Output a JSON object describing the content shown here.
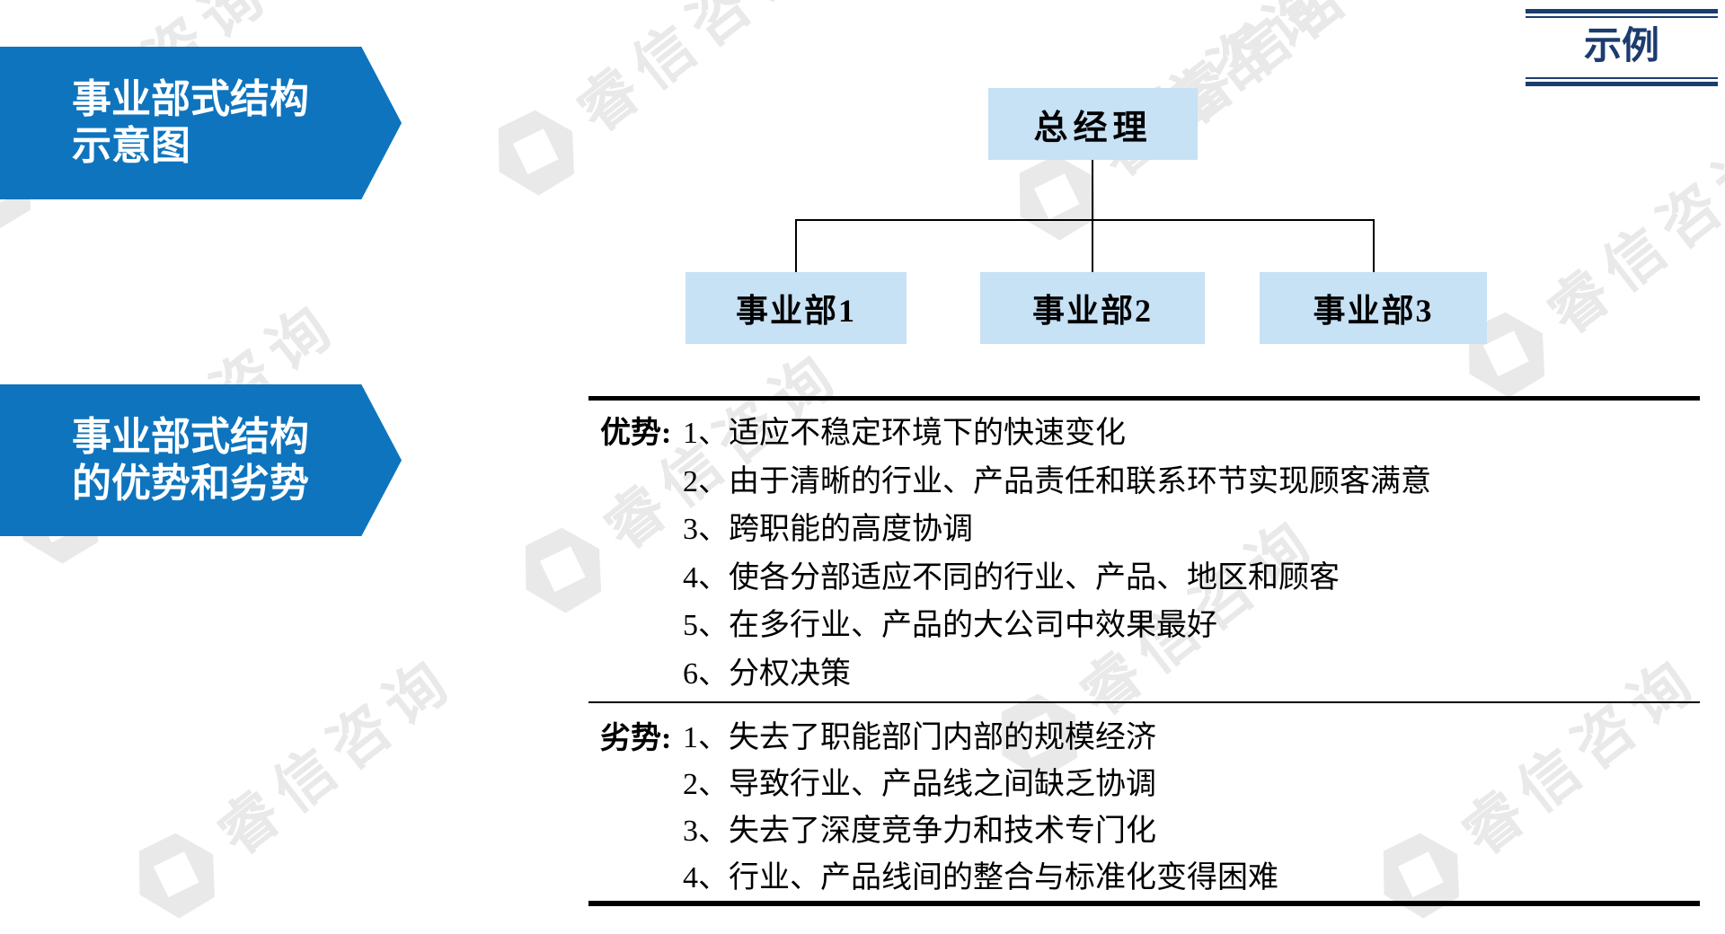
{
  "colors": {
    "banner_blue": "#0e74be",
    "box_fill": "#c7e1f5",
    "navy": "#1b3c6e",
    "watermark_gray": "#e9e9e9"
  },
  "example_tag": {
    "label": "示例"
  },
  "banners": {
    "structure_diagram": {
      "line1": "事业部式结构",
      "line2": "示意图"
    },
    "pros_cons": {
      "line1": "事业部式结构",
      "line2": "的优势和劣势"
    }
  },
  "org_chart": {
    "root": {
      "label": "总经理"
    },
    "divisions": [
      {
        "label": "事业部1"
      },
      {
        "label": "事业部2"
      },
      {
        "label": "事业部3"
      }
    ]
  },
  "advantages": {
    "label": "优势:",
    "items": [
      "1、适应不稳定环境下的快速变化",
      "2、由于清晰的行业、产品责任和联系环节实现顾客满意",
      "3、跨职能的高度协调",
      "4、使各分部适应不同的行业、产品、地区和顾客",
      "5、在多行业、产品的大公司中效果最好",
      "6、分权决策"
    ]
  },
  "disadvantages": {
    "label": "劣势:",
    "items": [
      "1、失去了职能部门内部的规模经济",
      "2、导致行业、产品线之间缺乏协调",
      "3、失去了深度竞争力和技术专门化",
      "4、行业、产品线间的整合与标准化变得困难"
    ]
  },
  "watermark": {
    "text": "睿信咨询"
  }
}
